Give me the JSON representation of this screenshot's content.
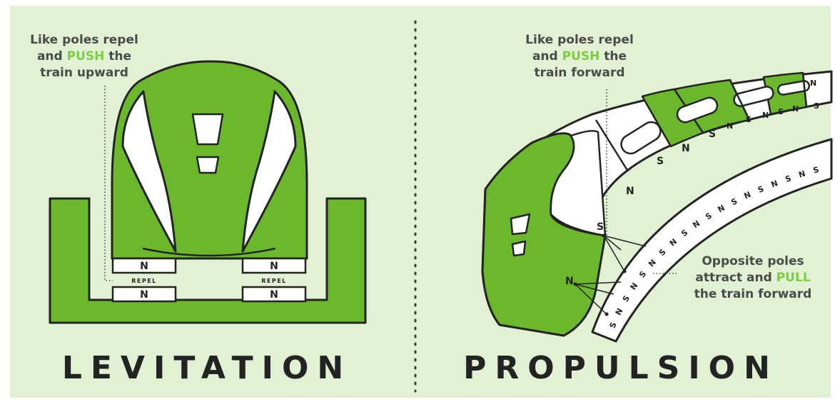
{
  "colors": {
    "background": "#e2f1d3",
    "accent_green": "#6cb82c",
    "highlight_green": "#7ccc45",
    "outline": "#232323",
    "text": "#4a4a4a"
  },
  "levitation": {
    "title": "LEVITATION",
    "callout": {
      "line1": "Like poles repel",
      "line2_pre": "and ",
      "line2_em": "PUSH",
      "line2_post": " the",
      "line3": "train upward"
    },
    "magnets": {
      "upper_left": "N",
      "upper_right": "N",
      "lower_left": "N",
      "lower_right": "N"
    },
    "repel_labels": [
      "REPEL",
      "REPEL"
    ]
  },
  "propulsion": {
    "title": "PROPULSION",
    "top_callout": {
      "line1": "Like poles repel",
      "line2_pre": "and ",
      "line2_em": "PUSH",
      "line2_post": " the",
      "line3": "train forward"
    },
    "side_callout": {
      "line1": "Opposite poles",
      "line2_pre": "attract and ",
      "line2_em": "PULL",
      "line3": "the train forward"
    },
    "train_poles": [
      "N",
      "S",
      "N",
      "S",
      "N",
      "S",
      "N",
      "S",
      "N",
      "S",
      "N"
    ],
    "train_front_poles": [
      "S",
      "N"
    ],
    "guideway_poles": [
      "S",
      "N",
      "S",
      "N",
      "S",
      "N",
      "S",
      "N",
      "S",
      "N",
      "S",
      "N",
      "S",
      "N",
      "S",
      "N",
      "S",
      "N",
      "S",
      "N"
    ]
  }
}
